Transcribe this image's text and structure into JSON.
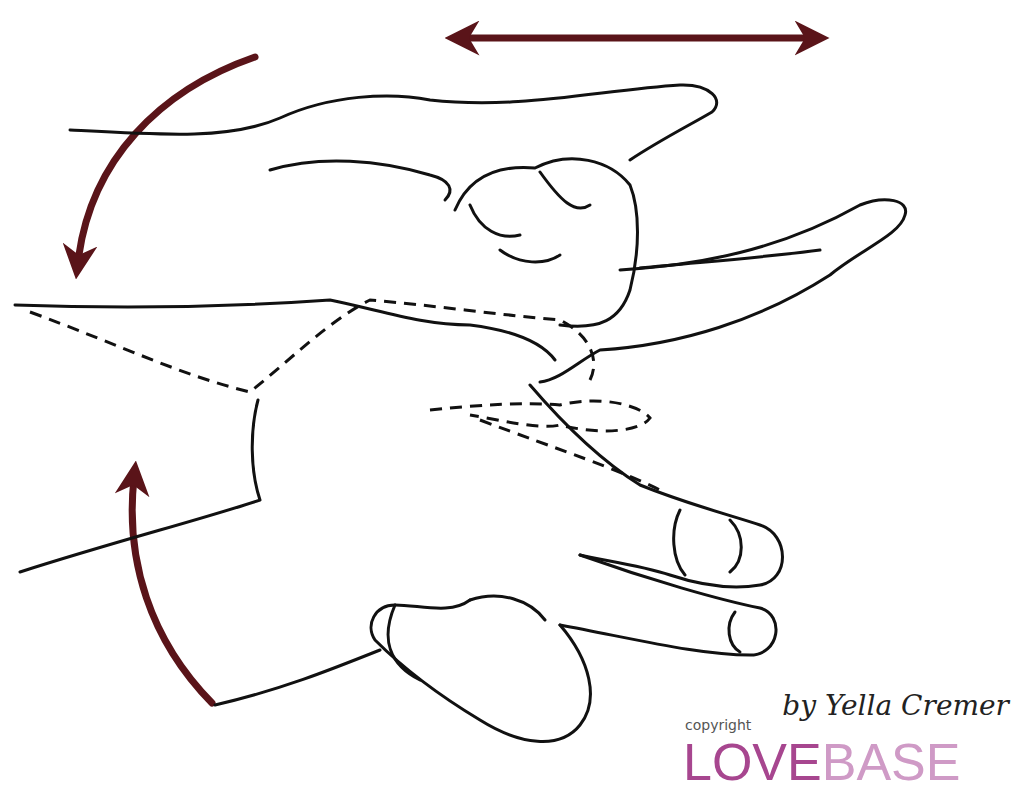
{
  "diagram": {
    "labels": [
      "copyright",
      "by Yella Cremer",
      "LOVE",
      "BASE"
    ]
  }
}
